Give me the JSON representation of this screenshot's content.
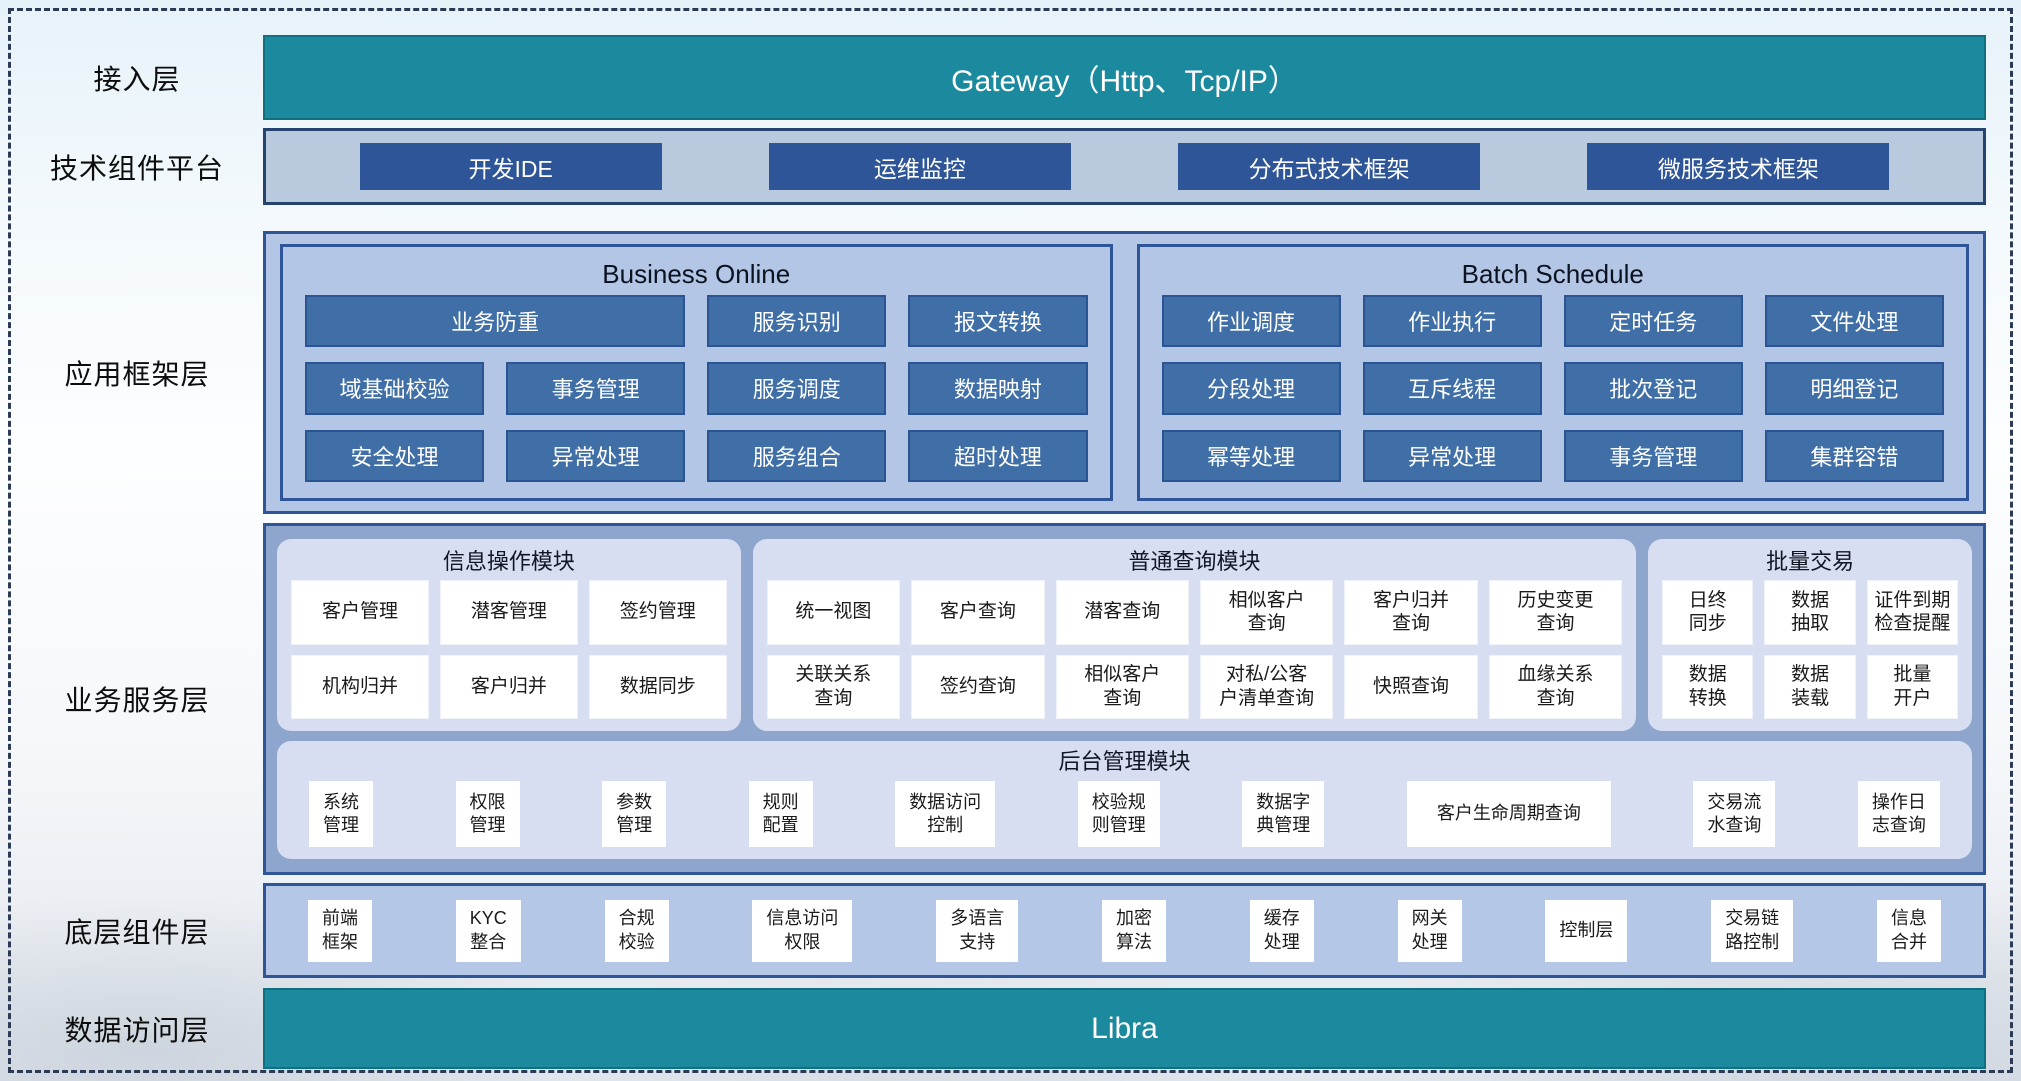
{
  "colors": {
    "teal": "#1b8a9e",
    "navy-border": "#2e5597",
    "dark-blue-btn": "#2e5597",
    "steel-btn": "#3f6fa6",
    "panel-light": "#b3c6e6",
    "panel-mid": "#8ea6ce",
    "panel-lavender": "#d7def1",
    "tech-fill": "#b9c9de",
    "base-fill": "#b4c7e7"
  },
  "access_layer": {
    "label": "接入层",
    "gateway_label": "Gateway（Http、Tcp/IP）"
  },
  "tech_platform": {
    "label": "技术组件平台",
    "items": [
      "开发IDE",
      "运维监控",
      "分布式技术框架",
      "微服务技术框架"
    ]
  },
  "app_framework": {
    "label": "应用框架层",
    "business_online": {
      "title": "Business Online",
      "items": [
        {
          "label": "业务防重",
          "span": 2
        },
        "服务识别",
        "报文转换",
        "域基础校验",
        "事务管理",
        "服务调度",
        "数据映射",
        "安全处理",
        "异常处理",
        "服务组合",
        "超时处理"
      ]
    },
    "batch_schedule": {
      "title": "Batch Schedule",
      "items": [
        "作业调度",
        "作业执行",
        "定时任务",
        "文件处理",
        "分段处理",
        "互斥线程",
        "批次登记",
        "明细登记",
        "幂等处理",
        "异常处理",
        "事务管理",
        "集群容错"
      ]
    }
  },
  "business_service": {
    "label": "业务服务层",
    "info_module": {
      "title": "信息操作模块",
      "items": [
        "客户管理",
        "潜客管理",
        "签约管理",
        "机构归并",
        "客户归并",
        "数据同步"
      ]
    },
    "query_module": {
      "title": "普通查询模块",
      "items": [
        "统一视图",
        "客户查询",
        "潜客查询",
        "相似客户\n查询",
        "客户归并\n查询",
        "历史变更\n查询",
        "关联关系\n查询",
        "签约查询",
        "相似客户\n查询",
        "对私/公客\n户清单查询",
        "快照查询",
        "血缘关系\n查询"
      ]
    },
    "batch_module": {
      "title": "批量交易",
      "items": [
        "日终\n同步",
        "数据\n抽取",
        "证件到期\n检查提醒",
        "数据\n转换",
        "数据\n装载",
        "批量\n开户"
      ]
    },
    "admin_module": {
      "title": "后台管理模块",
      "items": [
        "系统\n管理",
        "权限\n管理",
        "参数\n管理",
        "规则\n配置",
        "数据访问\n控制",
        "校验规\n则管理",
        "数据字\n典管理",
        {
          "label": "客户生命周期查询",
          "wide": true
        },
        "交易流\n水查询",
        "操作日\n志查询"
      ]
    }
  },
  "base_components": {
    "label": "底层组件层",
    "items": [
      "前端\n框架",
      "KYC\n整合",
      "合规\n校验",
      "信息访问\n权限",
      "多语言\n支持",
      "加密\n算法",
      "缓存\n处理",
      "网关\n处理",
      "控制层",
      "交易链\n路控制",
      "信息\n合并"
    ]
  },
  "data_access": {
    "label": "数据访问层",
    "bar_label": "Libra"
  }
}
